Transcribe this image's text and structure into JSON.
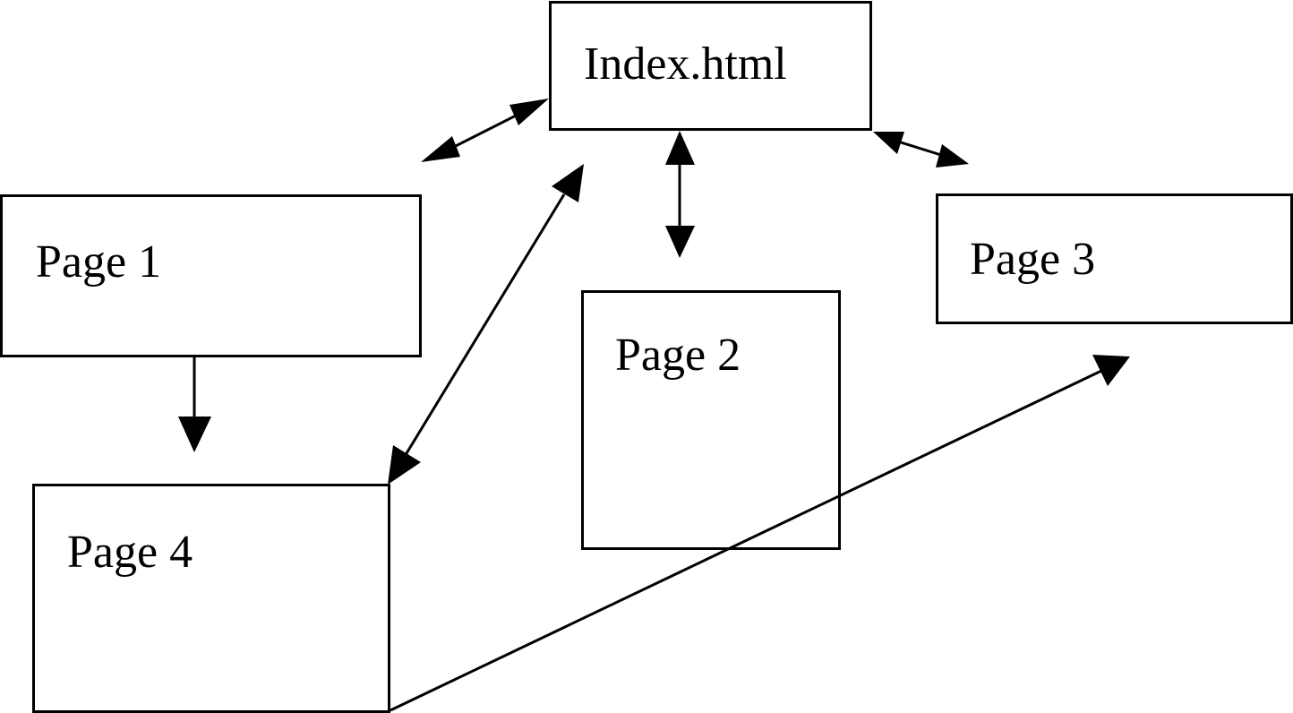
{
  "nodes": {
    "index": {
      "label": "Index.html"
    },
    "page1": {
      "label": "Page 1"
    },
    "page2": {
      "label": "Page 2"
    },
    "page3": {
      "label": "Page 3"
    },
    "page4": {
      "label": "Page 4"
    }
  },
  "edges": [
    {
      "from": "index",
      "to": "page1",
      "direction": "both"
    },
    {
      "from": "index",
      "to": "page2",
      "direction": "both"
    },
    {
      "from": "index",
      "to": "page3",
      "direction": "both"
    },
    {
      "from": "index",
      "to": "page4",
      "direction": "both"
    },
    {
      "from": "page1",
      "to": "page4",
      "direction": "forward"
    },
    {
      "from": "page4",
      "to": "page3",
      "direction": "forward"
    }
  ],
  "colors": {
    "stroke": "#000000",
    "background": "#ffffff"
  }
}
